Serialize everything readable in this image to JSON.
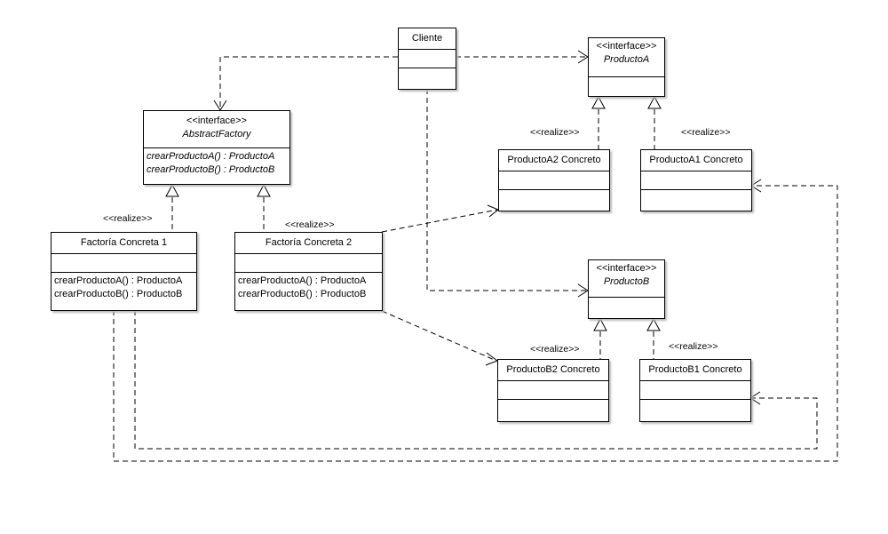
{
  "stereotype_interface": "<<interface>>",
  "realize_label": "<<realize>>",
  "classes": {
    "cliente": {
      "name": "Cliente"
    },
    "abstract_factory": {
      "name": "AbstractFactory",
      "ops": [
        "crearProductoA() : ProductoA",
        "crearProductoB() : ProductoB"
      ]
    },
    "factoria1": {
      "name": "Factoría Concreta 1",
      "ops": [
        "crearProductoA() : ProductoA",
        "crearProductoB() : ProductoB"
      ]
    },
    "factoria2": {
      "name": "Factoría Concreta 2",
      "ops": [
        "crearProductoA() : ProductoA",
        "crearProductoB() : ProductoB"
      ]
    },
    "producto_a": {
      "name": "ProductoA"
    },
    "producto_b": {
      "name": "ProductoB"
    },
    "producto_a2": {
      "name": "ProductoA2 Concreto"
    },
    "producto_a1": {
      "name": "ProductoA1 Concreto"
    },
    "producto_b2": {
      "name": "ProductoB2 Concreto"
    },
    "producto_b1": {
      "name": "ProductoB1 Concreto"
    }
  }
}
